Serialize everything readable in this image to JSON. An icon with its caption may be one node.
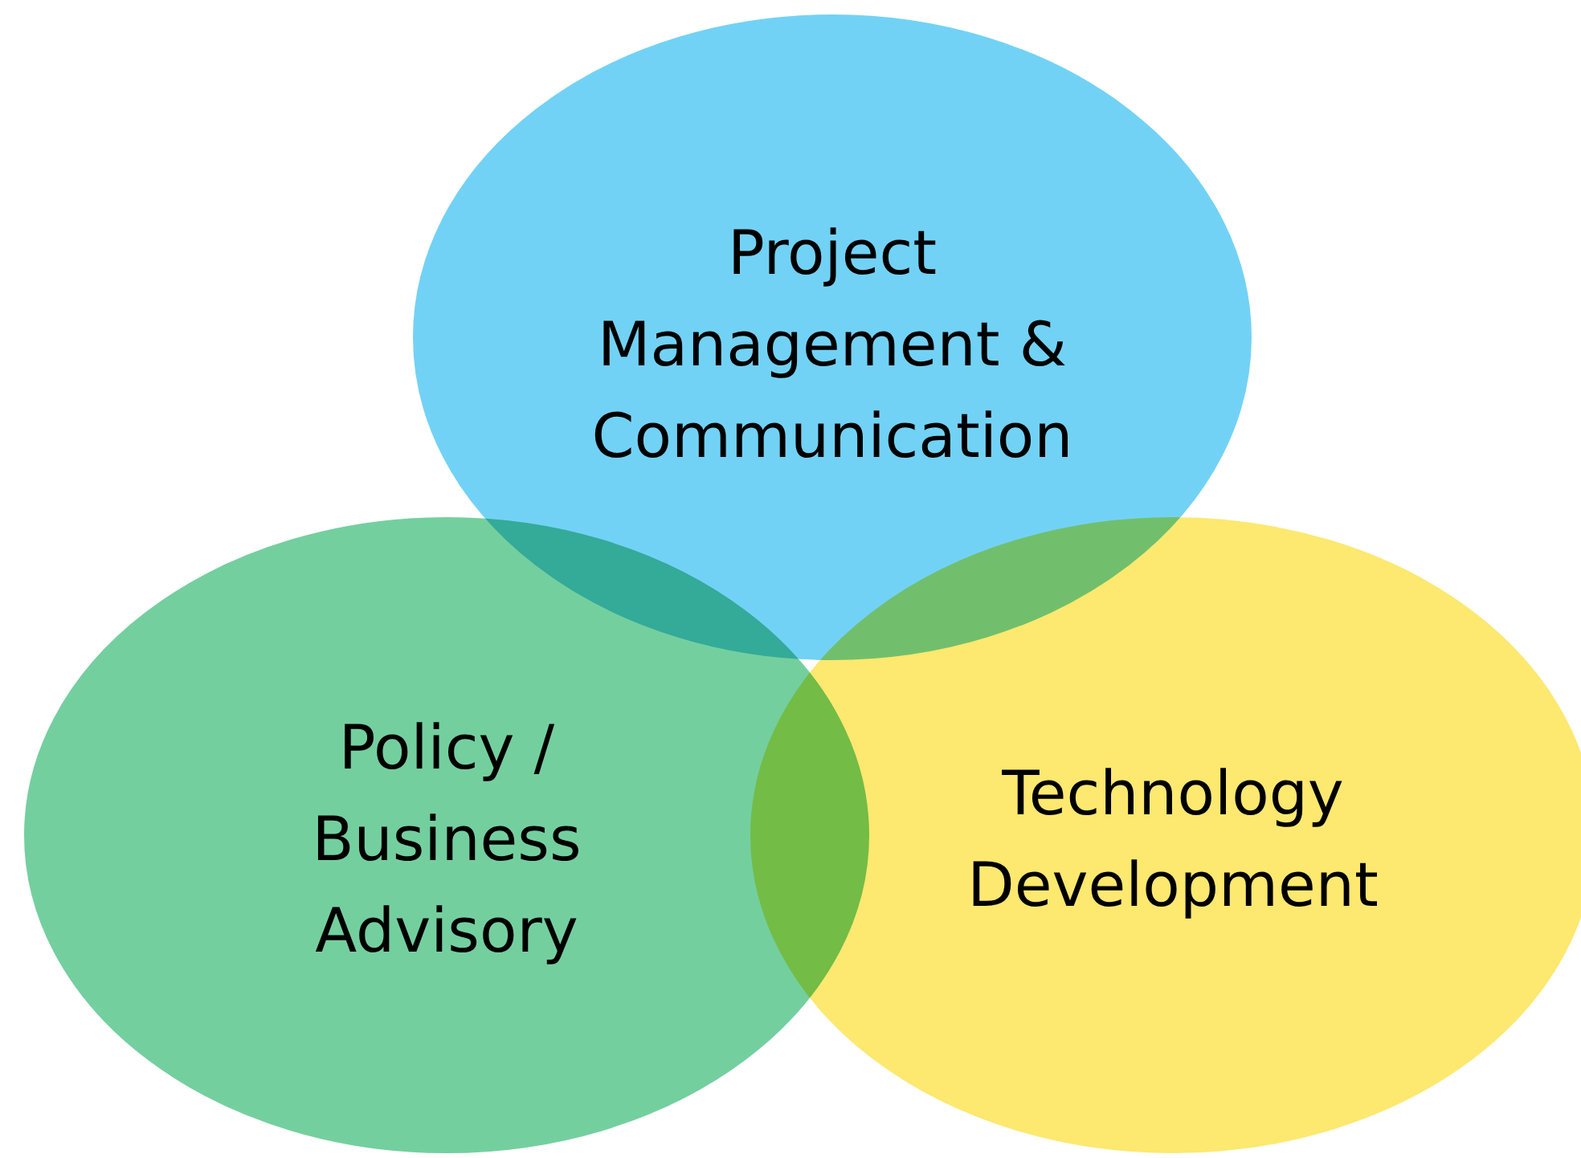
{
  "diagram": {
    "nodes": [
      {
        "text": [
          "Project Management & Communication"
        ]
      },
      {
        "text": [
          "Policy / Business Advisory"
        ]
      },
      {
        "text": [
          "Technology Development"
        ]
      }
    ]
  }
}
